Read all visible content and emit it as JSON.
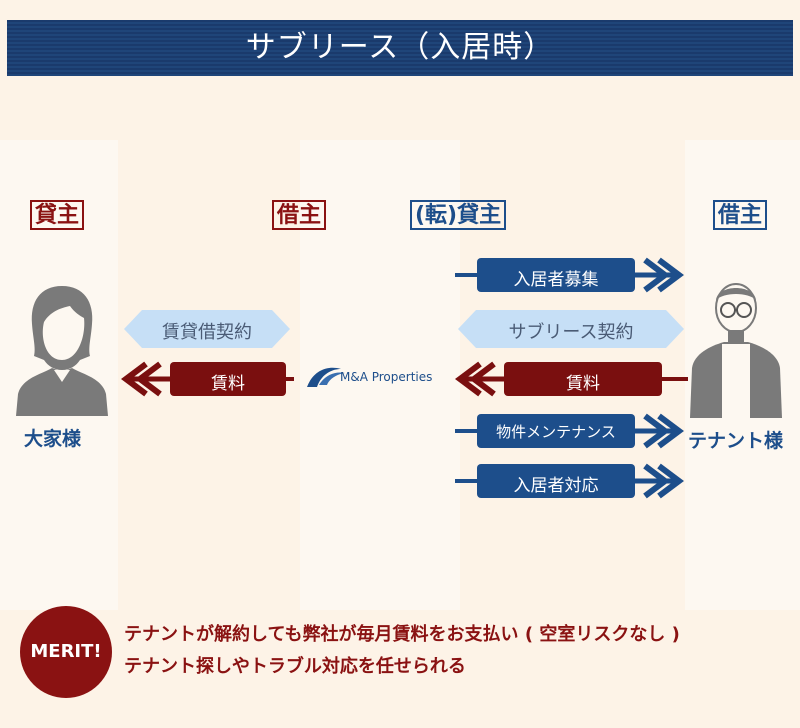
{
  "title": "サブリース（入居時）",
  "roles": {
    "lender_left": "貸主",
    "borrower_mid": "借主",
    "sublessor": "(転)貸主",
    "borrower_right": "借主"
  },
  "people": {
    "landlord": "大家様",
    "tenant": "テナント様"
  },
  "flows": {
    "left_contract": "賃貸借契約",
    "left_rent": "賃料",
    "recruit": "入居者募集",
    "sublease_contract": "サブリース契約",
    "right_rent": "賃料",
    "maintenance": "物件メンテナンス",
    "support": "入居者対応"
  },
  "company_logo_text": "M&A Properties",
  "merit": {
    "badge": "MERIT!",
    "line1": "テナントが解約しても弊社が毎月賃料をお支払い ( 空室リスクなし )",
    "line2": "テナント探しやトラブル対応を任せられる"
  },
  "colors": {
    "navy": "#1d4e8b",
    "maroon": "#7a0f0f",
    "light_blue": "#c6dff6",
    "person_gray": "#7a7a7a"
  }
}
